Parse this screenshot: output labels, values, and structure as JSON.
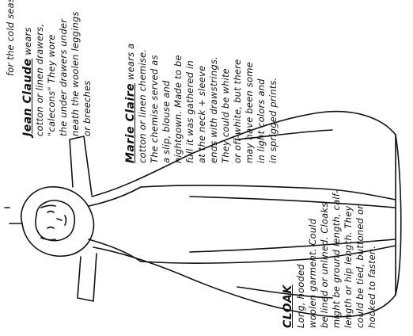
{
  "header_note": "for the cold season",
  "jean_claude": {
    "title": "Jean Claude",
    "lines": [
      "wears",
      "cotton or linen drawers,",
      "\"calecons\" They wore",
      "the under drawers under",
      "neath the woolen leggings",
      "or breeches"
    ]
  },
  "marie_claire": {
    "title": "Marie Claire",
    "lines": [
      "wears a",
      "cotton or linen chemise.",
      "The chemise served as",
      "a slip, blouse and",
      "nightgown. Made to be",
      "full it was gathered in",
      "at the neck + sleeve",
      "ends with drawstrings.",
      "They could be white",
      "or off-white, but there",
      "may have been some",
      "in light colors and",
      "in sprigged prints."
    ]
  },
  "cloak": {
    "title": "CLOAK",
    "lines": [
      "Long, hooded",
      "woolen garment. Could",
      "be lined or unlined. Cloaks",
      "might be ground length, calf-",
      "length or hip length. They",
      "could be tied, buttoned or",
      "hooked to fasten."
    ]
  }
}
